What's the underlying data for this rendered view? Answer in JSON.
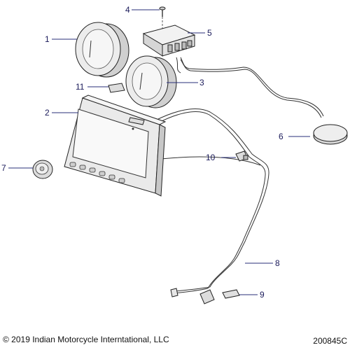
{
  "callouts": {
    "c1": "1",
    "c2": "2",
    "c3": "3",
    "c4": "4",
    "c5": "5",
    "c6": "6",
    "c7": "7",
    "c8": "8",
    "c9": "9",
    "c10": "10",
    "c11": "11"
  },
  "footer": {
    "copyright": "© 2019 Indian Motorcycle Interntational, LLC",
    "diagram_id": "200845C"
  },
  "colors": {
    "callout": "#1a1a5a",
    "leader": "#2a2f7a",
    "part_fill": "#e6e6e6",
    "part_stroke": "#222222"
  }
}
